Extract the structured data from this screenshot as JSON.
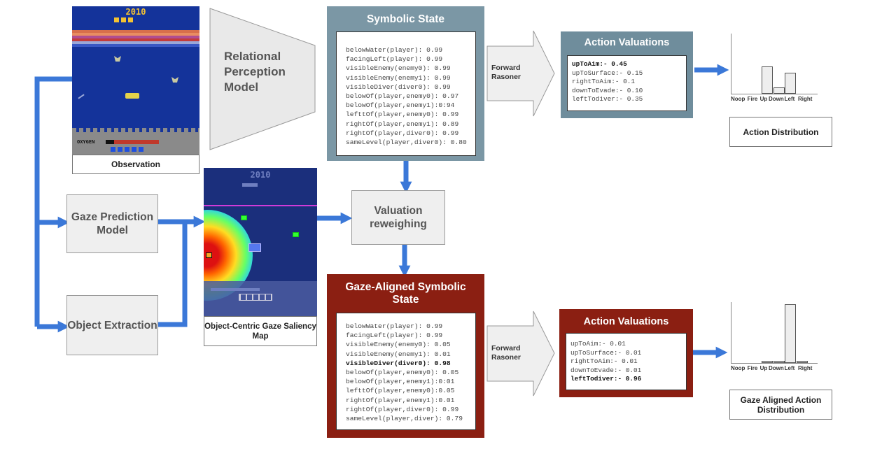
{
  "colors": {
    "arrow_blue": "#3b78d8",
    "symbolic_header": "#7b97a5",
    "gaze_header": "#8b1f12",
    "action_header": "#6f8d9c",
    "gaze_action_header": "#8b1f12"
  },
  "observation": {
    "label": "Observation",
    "year": "2010",
    "oxygen_label": "OXYGEN"
  },
  "saliency": {
    "label": "Object-Centric Gaze Saliency Map",
    "year": "2010"
  },
  "relational_model": {
    "label": "Relational Perception Model"
  },
  "gaze_model": {
    "label": "Gaze Prediction Model"
  },
  "object_extraction": {
    "label": "Object Extraction"
  },
  "valuation_reweighing": {
    "label": "Valuation reweighing"
  },
  "symbolic_state": {
    "title": "Symbolic State",
    "lines": [
      {
        "text": "belowWater(player): 0.99",
        "bold": false
      },
      {
        "text": "facingLeft(player): 0.99",
        "bold": false
      },
      {
        "text": "visibleEnemy(enemy0): 0.99",
        "bold": false
      },
      {
        "text": "visibleEnemy(enemy1): 0.99",
        "bold": false
      },
      {
        "text": "visibleDiver(diver0): 0.99",
        "bold": false
      },
      {
        "text": "belowOf(player,enemy0): 0.97",
        "bold": false
      },
      {
        "text": "belowOf(player,enemy1):0:94",
        "bold": false
      },
      {
        "text": "lefttOf(player,enemy0): 0.99",
        "bold": false
      },
      {
        "text": "rightOf(player,enemy1): 0.89",
        "bold": false
      },
      {
        "text": "rightOf(player,diver0): 0.99",
        "bold": false
      },
      {
        "text": "sameLevel(player,diver0): 0.80",
        "bold": false
      }
    ]
  },
  "gaze_state": {
    "title": "Gaze-Aligned Symbolic State",
    "lines": [
      {
        "text": "belowWater(player): 0.99",
        "bold": false
      },
      {
        "text": "facingLeft(player): 0.99",
        "bold": false
      },
      {
        "text": "visibleEnemy(enemy0): 0.05",
        "bold": false
      },
      {
        "text": "visibleEnemy(enemy1): 0.01",
        "bold": false
      },
      {
        "text": "visibleDiver(diver0): 0.98",
        "bold": true
      },
      {
        "text": "belowOf(player,enemy0): 0.05",
        "bold": false
      },
      {
        "text": "belowOf(player,enemy1):0:01",
        "bold": false
      },
      {
        "text": "lefttOf(player,enemy0):0.05",
        "bold": false
      },
      {
        "text": "rightOf(player,enemy1):0.01",
        "bold": false
      },
      {
        "text": "rightOf(player,diver0): 0.99",
        "bold": false
      },
      {
        "text": "sameLevel(player,diver): 0.79",
        "bold": false
      }
    ]
  },
  "forward_reasoner_top": {
    "label": "Forward Rasoner"
  },
  "forward_reasoner_bottom": {
    "label": "Forward Rasoner"
  },
  "action_valuations_top": {
    "title": "Action Valuations",
    "lines": [
      {
        "text": "upToAim:- 0.45",
        "bold": true
      },
      {
        "text": "upToSurface:- 0.15",
        "bold": false
      },
      {
        "text": "rightToAim:- 0.1",
        "bold": false
      },
      {
        "text": "downToEvade:- 0.10",
        "bold": false
      },
      {
        "text": "leftTodiver:- 0.35",
        "bold": false
      }
    ]
  },
  "action_valuations_bottom": {
    "title": "Action Valuations",
    "lines": [
      {
        "text": "upToAim:- 0.01",
        "bold": false
      },
      {
        "text": "upToSurface:- 0.01",
        "bold": false
      },
      {
        "text": "rightToAim:- 0.01",
        "bold": false
      },
      {
        "text": "downToEvade:- 0.01",
        "bold": false
      },
      {
        "text": "leftTodiver:- 0.96",
        "bold": true
      }
    ]
  },
  "chart_data": [
    {
      "type": "bar",
      "title": "Action Distribution",
      "categories": [
        "Noop",
        "Fire",
        "Up",
        "Down",
        "Left",
        "Right"
      ],
      "values": [
        0,
        0,
        0.45,
        0.1,
        0.35,
        0
      ],
      "ylim": [
        0,
        1
      ],
      "grid": false
    },
    {
      "type": "bar",
      "title": "Gaze Aligned Action Distribution",
      "categories": [
        "Noop",
        "Fire",
        "Up",
        "Down",
        "Left",
        "Right"
      ],
      "values": [
        0,
        0,
        0.04,
        0.04,
        0.96,
        0.04
      ],
      "ylim": [
        0,
        1
      ],
      "grid": false
    }
  ]
}
